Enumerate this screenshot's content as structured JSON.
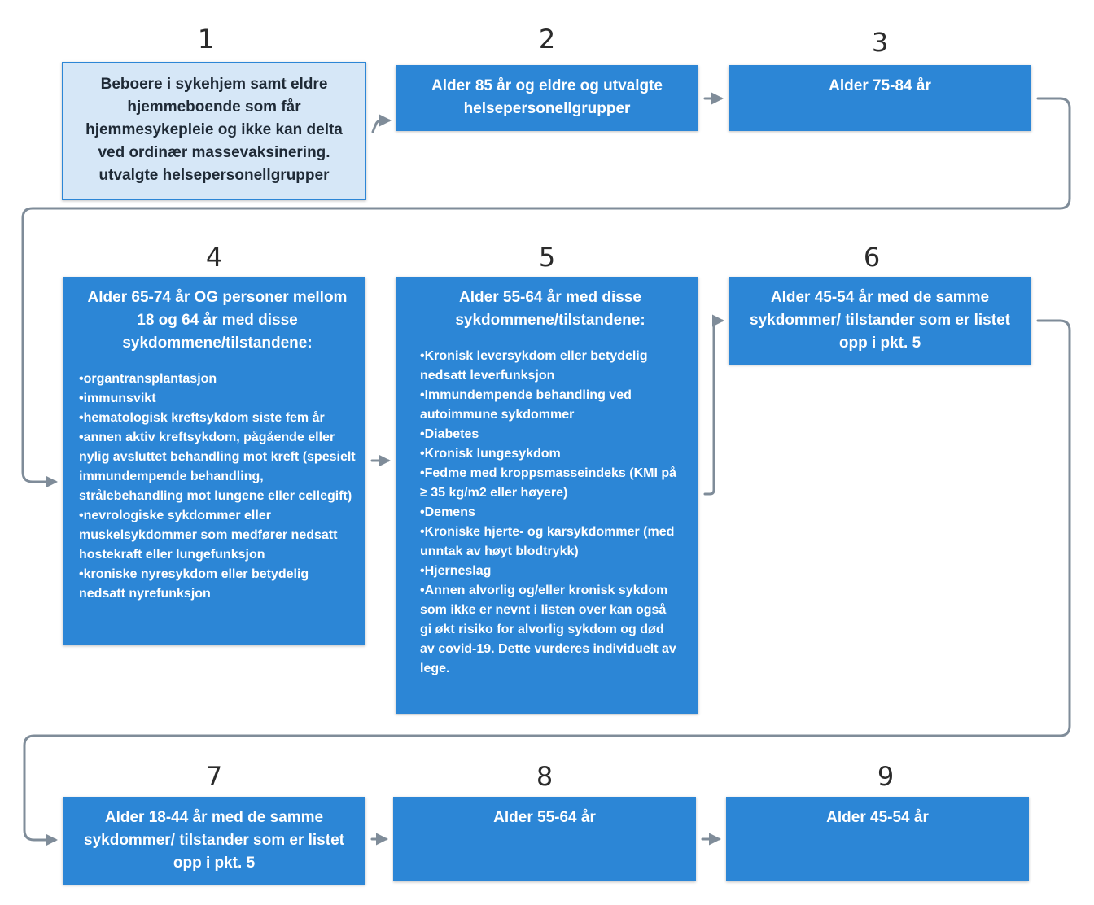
{
  "steps": [
    {
      "number": "1",
      "title": "Beboere i sykehjem samt eldre hjemmeboende som får hjemmesykepleie og ikke kan delta ved ordinær massevaksinering. utvalgte helsepersonellgrupper",
      "items": []
    },
    {
      "number": "2",
      "title": "Alder 85 år og eldre og utvalgte helsepersonellgrupper",
      "items": []
    },
    {
      "number": "3",
      "title": "Alder 75-84 år",
      "items": []
    },
    {
      "number": "4",
      "title": "Alder 65-74 år OG personer mellom 18 og 64 år med disse sykdommene/tilstandene:",
      "items": [
        "organtransplantasjon",
        "immunsvikt",
        "hematologisk kreftsykdom siste fem år",
        "annen aktiv kreftsykdom, pågående eller nylig avsluttet behandling mot kreft (spesielt immundempende behandling, strålebehandling mot lungene eller cellegift)",
        "nevrologiske sykdommer eller muskelsykdommer som medfører nedsatt hostekraft eller lungefunksjon",
        "kroniske nyresykdom eller betydelig nedsatt nyrefunksjon"
      ]
    },
    {
      "number": "5",
      "title": "Alder 55-64 år med disse sykdommene/tilstandene:",
      "items": [
        "Kronisk leversykdom eller betydelig nedsatt leverfunksjon",
        "Immundempende behandling ved autoimmune sykdommer",
        "Diabetes",
        "Kronisk lungesykdom",
        "Fedme med kroppsmasseindeks (KMI på ≥ 35 kg/m2 eller høyere)",
        "Demens",
        "Kroniske hjerte- og karsykdommer (med unntak av høyt blodtrykk)",
        "Hjerneslag",
        "Annen alvorlig og/eller kronisk sykdom som ikke er nevnt i listen over kan også gi økt risiko for alvorlig sykdom og død av covid-19. Dette vurderes individuelt av lege."
      ]
    },
    {
      "number": "6",
      "title": "Alder 45-54 år med de samme sykdommer/ tilstander som er listet opp i pkt. 5",
      "items": []
    },
    {
      "number": "7",
      "title": "Alder 18-44 år med de samme sykdommer/ tilstander som er listet opp i pkt. 5",
      "items": []
    },
    {
      "number": "8",
      "title": "Alder 55-64 år",
      "items": []
    },
    {
      "number": "9",
      "title": "Alder 45-54 år",
      "items": []
    }
  ],
  "colors": {
    "box": "#2c86d6",
    "box_light": "#d6e7f7",
    "connector": "#7f8c99"
  }
}
